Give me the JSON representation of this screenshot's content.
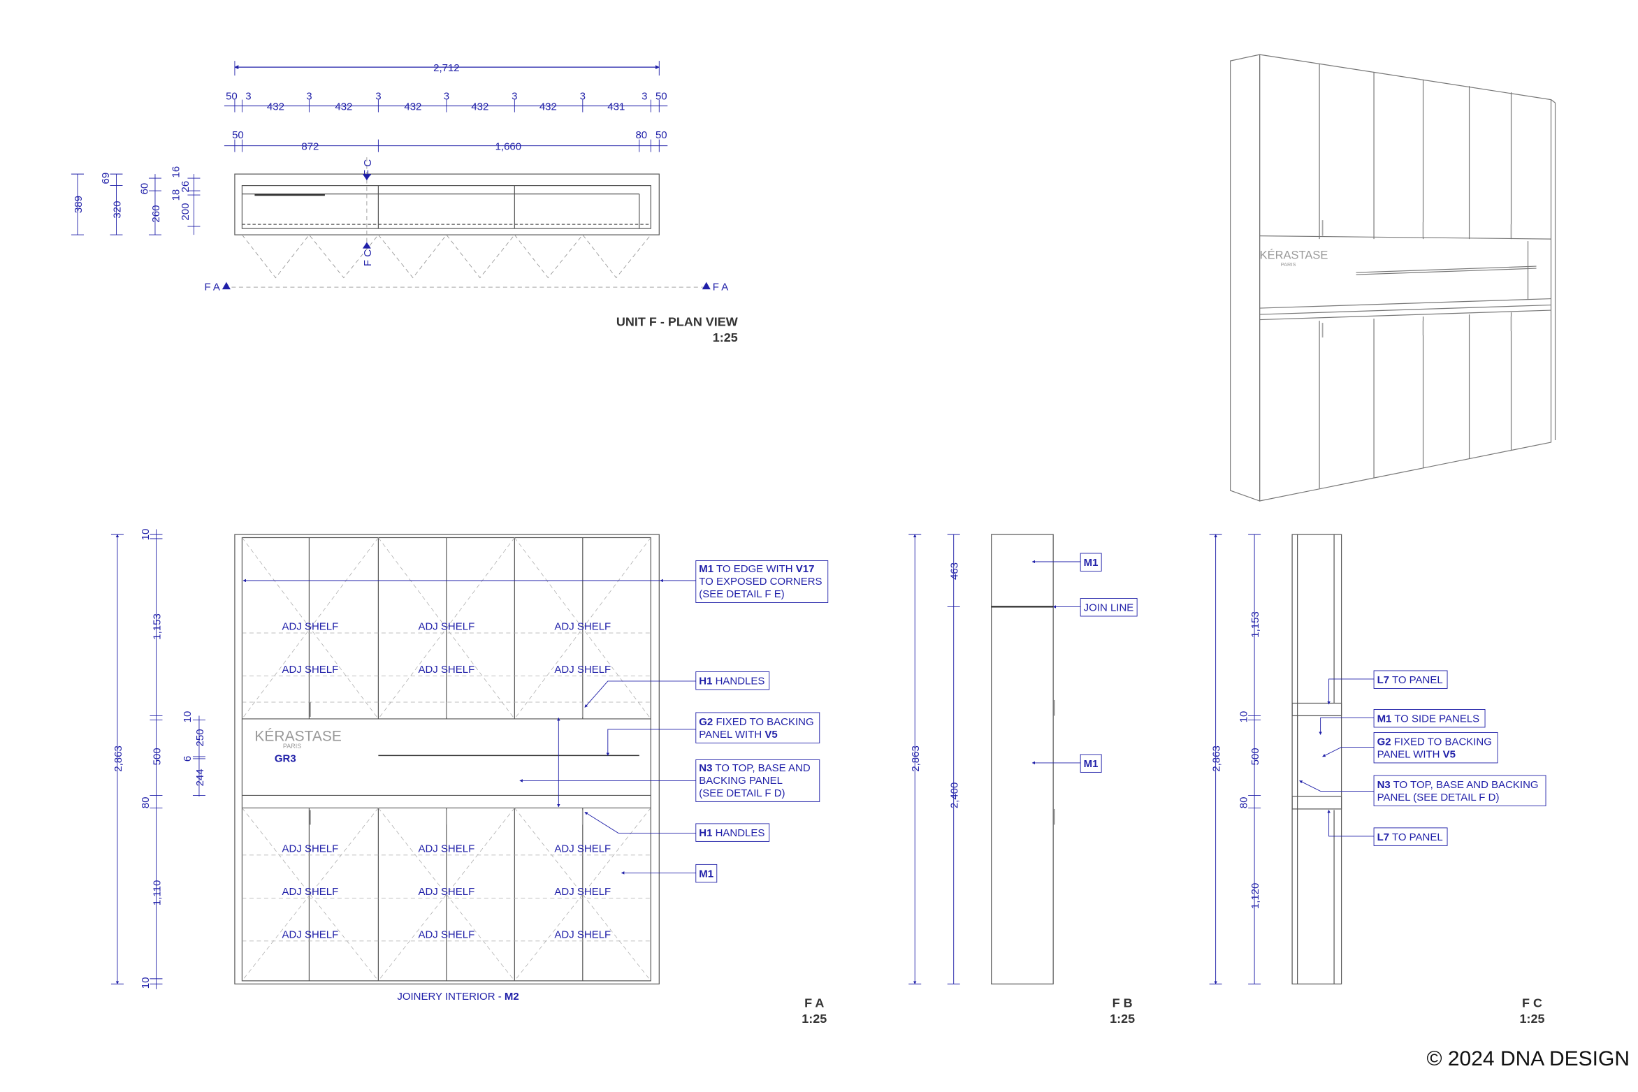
{
  "plan": {
    "overall": "2,712",
    "row1": [
      "50",
      "3",
      "432",
      "3",
      "432",
      "3",
      "432",
      "3",
      "432",
      "3",
      "432",
      "3",
      "431",
      "3",
      "50"
    ],
    "row2": [
      "50",
      "872",
      "1,660",
      "80",
      "50"
    ],
    "dims_left": {
      "a": "389",
      "b": "69",
      "c": "320",
      "d": "60",
      "e": "260",
      "f": "16",
      "g": "18",
      "h": "26",
      "i": "200"
    },
    "section_fc": "F C",
    "section_fa": "F A",
    "title": "UNIT F - PLAN VIEW",
    "scale": "1:25"
  },
  "fa": {
    "shelf_label": "ADJ SHELF",
    "brand": "KÉRASTASE",
    "brand_sub": "PARIS",
    "finish_code": "GR3",
    "interior_prefix": "JOINERY INTERIOR - ",
    "interior_code": "M2",
    "dims_outer": {
      "total": "2,863"
    },
    "dims_inner": {
      "top": "10",
      "upper": "1,153",
      "gap": "10",
      "mid": "500",
      "base": "80",
      "lower": "1,110",
      "bottom": "10"
    },
    "dims_mid": {
      "a": "250",
      "b": "6",
      "c": "244"
    },
    "callouts": {
      "c1_code": "M1",
      "c1_text1": " TO EDGE WITH ",
      "c1_code2": "V17",
      "c1_text2": "TO EXPOSED CORNERS",
      "c1_text3": "(SEE DETAIL F E)",
      "c2_code": "H1",
      "c2_text": " HANDLES",
      "c3_code": "G2",
      "c3_text1": " FIXED TO BACKING",
      "c3_text2": "PANEL WITH ",
      "c3_code2": "V5",
      "c4_code": "N3",
      "c4_text1": " TO TOP, BASE AND",
      "c4_text2": "BACKING PANEL",
      "c4_text3": "(SEE DETAIL F D)",
      "c5_code": "H1",
      "c5_text": " HANDLES",
      "c6_code": "M1"
    },
    "title": "F A",
    "scale": "1:25"
  },
  "fb": {
    "dims": {
      "total": "2,863",
      "upper": "463",
      "lower": "2,400"
    },
    "callouts": {
      "m1_top": "M1",
      "join": "JOIN LINE",
      "m1_mid": "M1"
    },
    "title": "F B",
    "scale": "1:25"
  },
  "fc": {
    "dims": {
      "total": "2,863",
      "upper": "1,153",
      "gap": "10",
      "mid": "500",
      "base": "80",
      "lower": "1,120"
    },
    "callouts": {
      "l7a_code": "L7",
      "l7a_text": " TO PANEL",
      "m1_code": "M1",
      "m1_text": " TO SIDE PANELS",
      "g2_code": "G2",
      "g2_text1": " FIXED TO BACKING",
      "g2_text2": "PANEL WITH ",
      "g2_code2": "V5",
      "n3_code": "N3",
      "n3_text1": " TO TOP, BASE AND BACKING",
      "n3_text2": "PANEL (SEE DETAIL F D)",
      "l7b_code": "L7",
      "l7b_text": " TO PANEL"
    },
    "title": "F C",
    "scale": "1:25"
  },
  "perspective": {
    "brand": "KÉRASTASE",
    "brand_sub": "PARIS"
  },
  "footer": {
    "copyright": "© 2024 DNA DESIGN"
  },
  "colors": {
    "dimension": "#1f1fa8",
    "linework": "#555555",
    "title": "#333333"
  }
}
